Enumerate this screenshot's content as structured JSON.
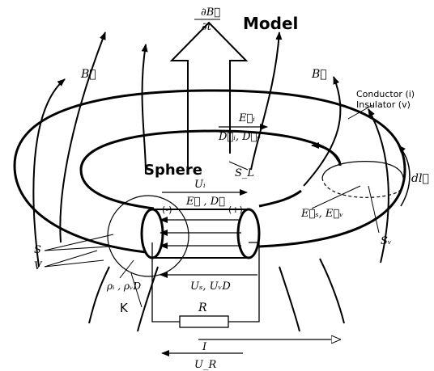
{
  "title": "Model",
  "sphere_label": "Sphere",
  "dB_dt": {
    "num": "∂B⃗",
    "den": "∂t"
  },
  "B_left": "B⃗",
  "B_right": "B⃗",
  "Ei": "E⃗ᵢ",
  "Di_Dv": "D⃗ᵢ, D⃗ᵥ",
  "SL": "S_L",
  "conductor": "Conductor (i)",
  "insulator": "Insulator (v)",
  "dl": "dl⃗",
  "Ui": "Uᵢ",
  "E_D": "E⃗ , D⃗",
  "minus": "(-)",
  "plus": "(+)",
  "Es_Ev": "E⃗ₛ, E⃗ᵥ",
  "Sv": "Sᵥ",
  "S": "S",
  "V": "V",
  "rho": "ρᵢ , ρᵥD",
  "Us_UvD": "Uₛ, UᵥD",
  "K": "K",
  "R": "R",
  "I": "I",
  "UR": "U_R"
}
